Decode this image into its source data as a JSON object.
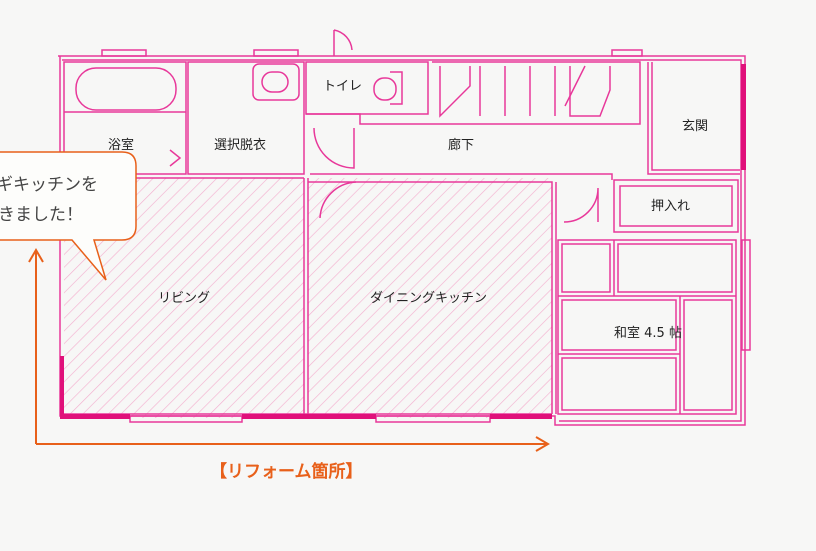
{
  "rooms": {
    "toilet": "トイレ",
    "bath": "浴室",
    "dressing": "選択脱衣",
    "hallway": "廊下",
    "entrance": "玄関",
    "closet": "押入れ",
    "living": "リビング",
    "dining_kitchen": "ダイニングキッチン",
    "japanese_room": "和室 4.5 帖"
  },
  "callout": {
    "line1": "ギキッチンを",
    "line2": "きました！"
  },
  "reform_label": "【リフォーム箇所】",
  "colors": {
    "wall": "#e8389a",
    "wall_dark": "#e0107a",
    "hatch": "#f2a6c8",
    "accent": "#e8601a",
    "callout_bg": "#fdfdfb"
  }
}
